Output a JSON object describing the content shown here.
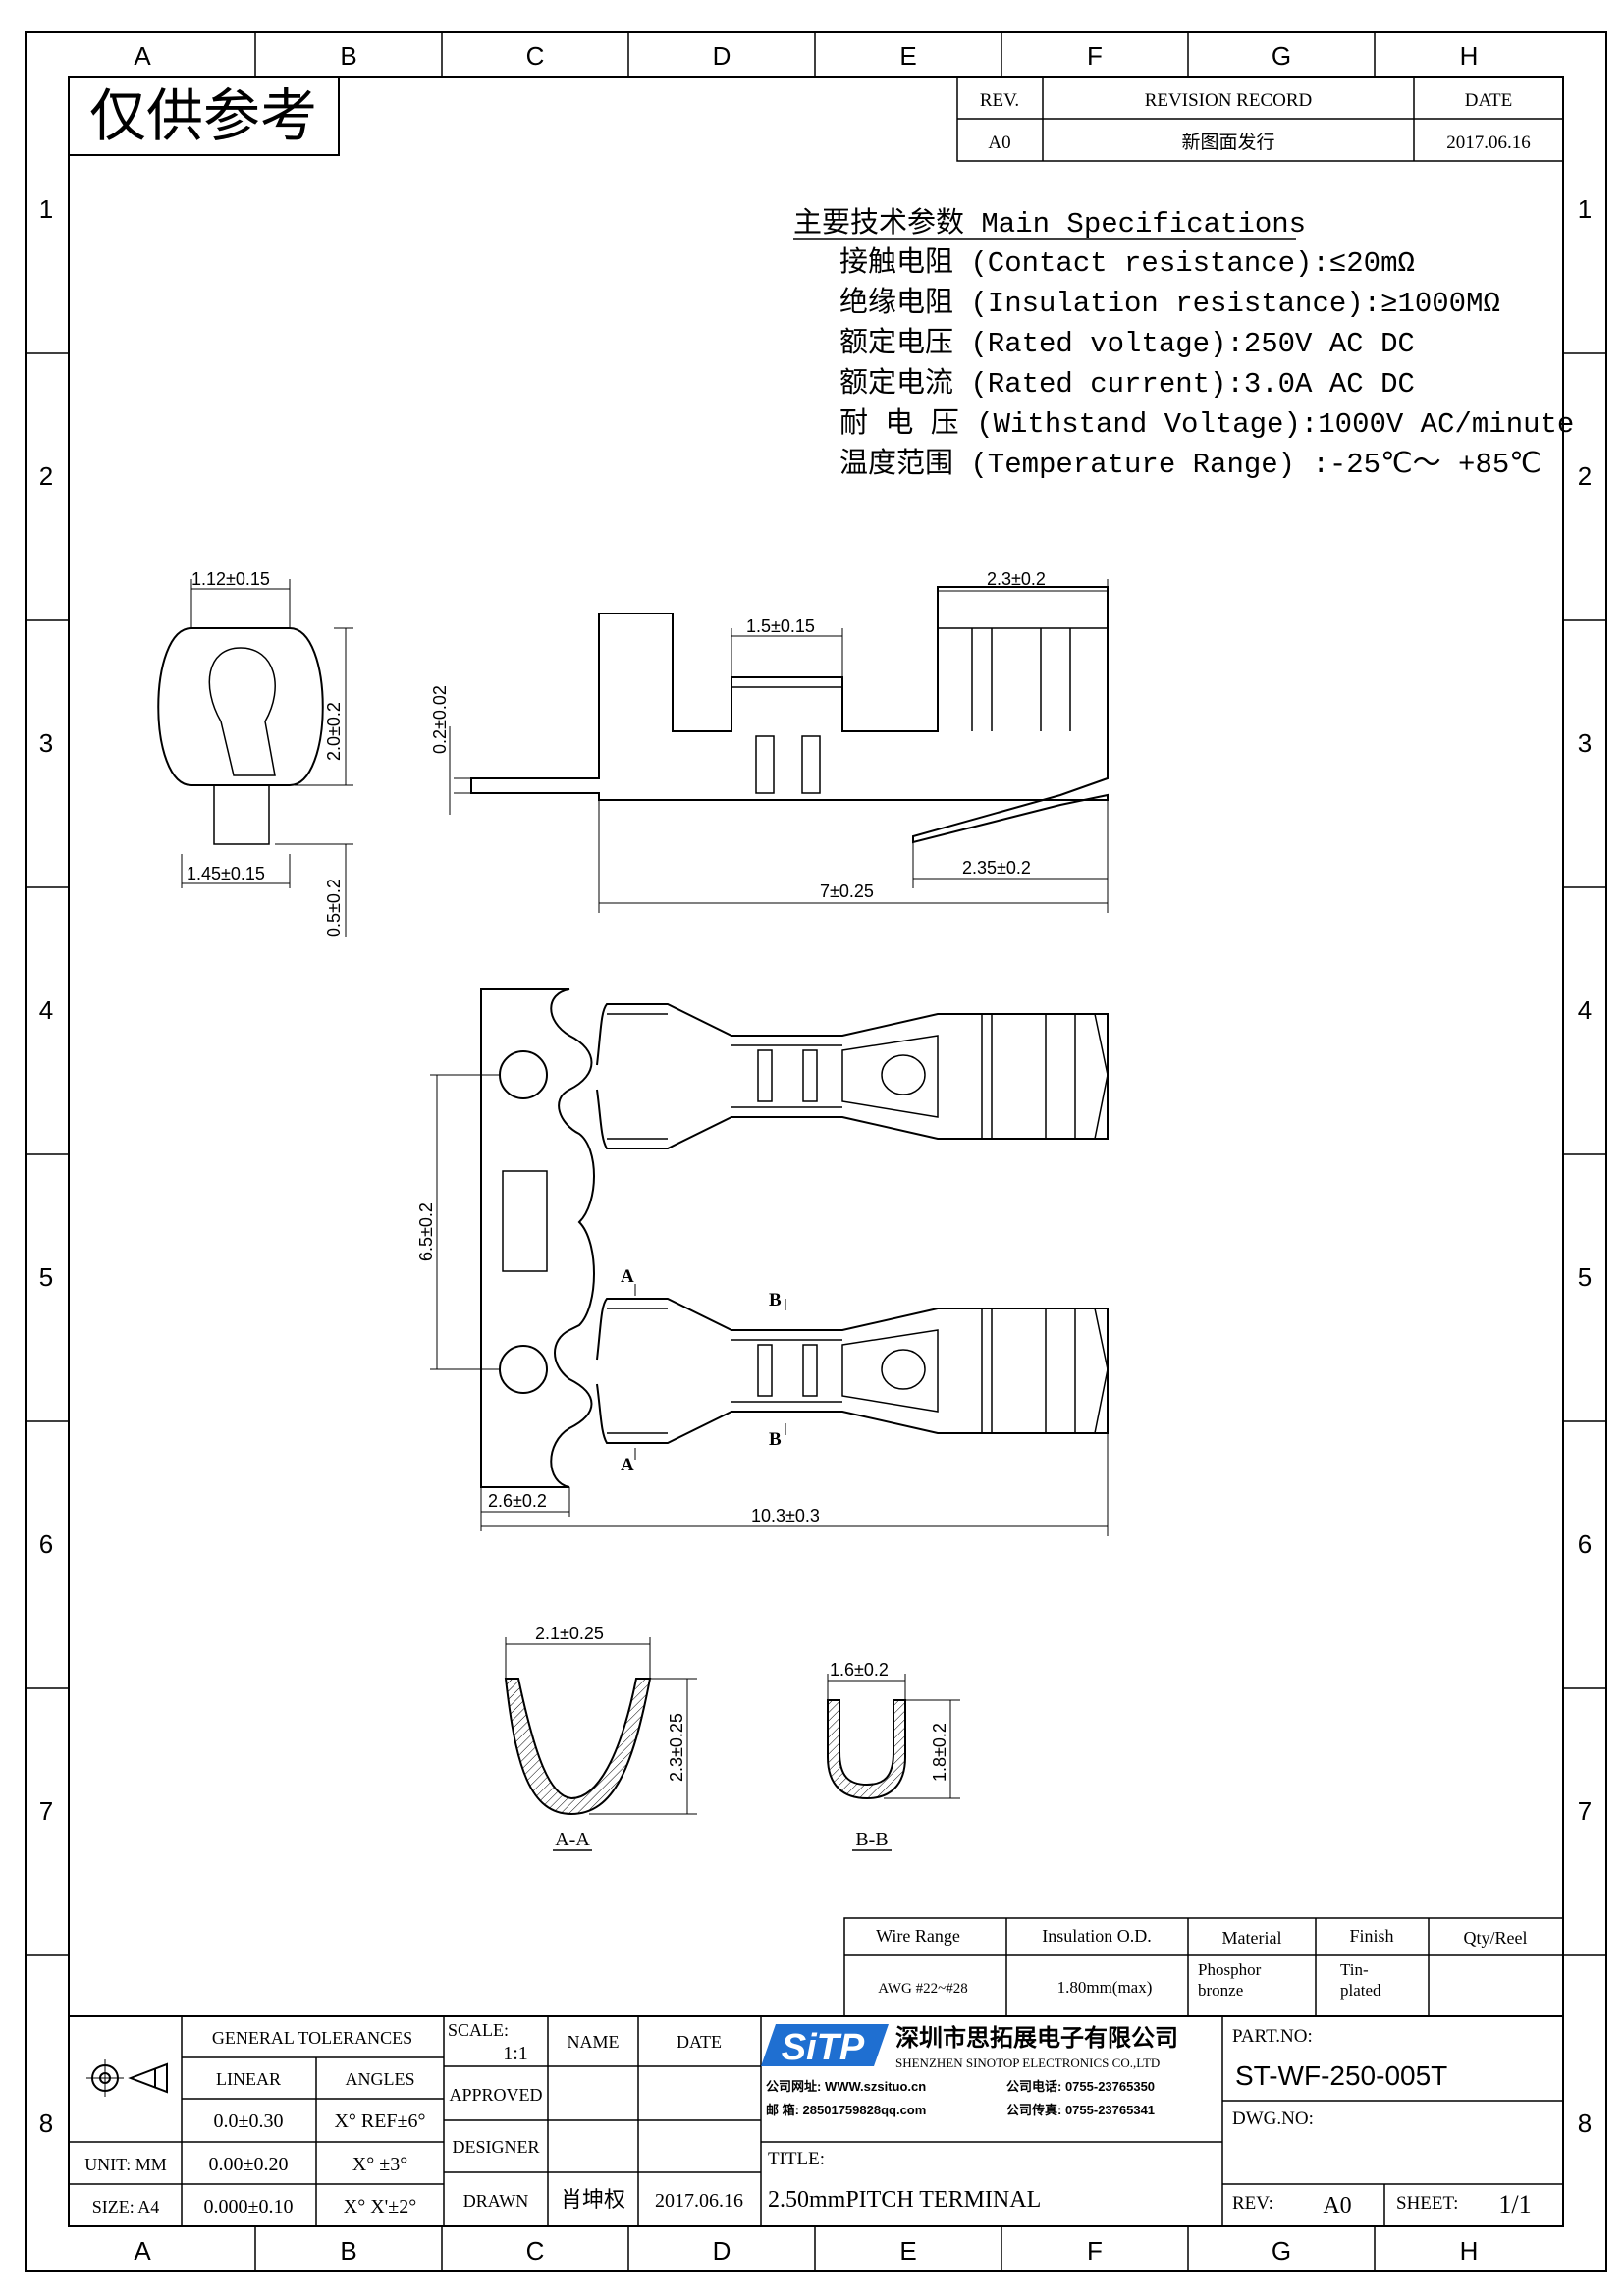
{
  "border": {
    "columns": [
      "A",
      "B",
      "C",
      "D",
      "E",
      "F",
      "G",
      "H"
    ],
    "rows": [
      "1",
      "2",
      "3",
      "4",
      "5",
      "6",
      "7",
      "8"
    ]
  },
  "stamp": "仅供参考",
  "revision": {
    "rev_header": "REV.",
    "record_header": "REVISION RECORD",
    "date_header": "DATE",
    "rev": "A0",
    "record": "新图面发行",
    "date": "2017.06.16"
  },
  "specs": {
    "title": "主要技术参数 Main Specifications",
    "lines": [
      "接触电阻 (Contact resistance):≤20mΩ",
      "绝缘电阻 (Insulation resistance):≥1000MΩ",
      "额定电压 (Rated voltage):250V AC DC",
      "额定电流 (Rated current):3.0A AC DC",
      "耐 电 压 (Withstand Voltage):1000V AC/minute",
      "温度范围 (Temperature Range) :-25℃～ +85℃"
    ]
  },
  "dimensions": {
    "end_width": "1.12±0.15",
    "end_height": "2.0±0.2",
    "end_bottom_width": "1.45±0.15",
    "end_tab": "0.5±0.2",
    "thickness": "0.2±0.02",
    "crimp_width": "1.5±0.15",
    "contact_width": "2.3±0.2",
    "lance": "2.35±0.2",
    "length": "7±0.25",
    "pitch": "6.5±0.2",
    "carrier": "2.6±0.2",
    "total_length": "10.3±0.3",
    "aa_width": "2.1±0.25",
    "aa_height": "2.3±0.25",
    "bb_width": "1.6±0.2",
    "bb_height": "1.8±0.2"
  },
  "section_marks": {
    "a": "A",
    "b": "B"
  },
  "sections": {
    "aa": "A-A",
    "bb": "B-B"
  },
  "wire_table": {
    "headers": [
      "Wire Range",
      "Insulation O.D.",
      "Material",
      "Finish",
      "Qty/Reel"
    ],
    "values": [
      "AWG #22~#28",
      "1.80mm(max)",
      "Phosphor bronze",
      "Tin-plated",
      ""
    ]
  },
  "title_block": {
    "general_tolerances": "GENERAL TOLERANCES",
    "linear": "LINEAR",
    "angles": "ANGLES",
    "tol_rows": [
      {
        "linear": "0.0±0.30",
        "angle": "X° REF±6°"
      },
      {
        "linear": "0.00±0.20",
        "angle": "X° ±3°"
      },
      {
        "linear": "0.000±0.10",
        "angle": "X° X'±2°"
      }
    ],
    "unit": "UNIT: MM",
    "size": "SIZE: A4",
    "scale_label": "SCALE:",
    "scale_value": "1:1",
    "name_header": "NAME",
    "date_header": "DATE",
    "approved": "APPROVED",
    "designer": "DESIGNER",
    "drawn": "DRAWN",
    "drawn_name": "肖坤权",
    "drawn_date": "2017.06.16",
    "logo": "SiTP",
    "company_cn": "深圳市思拓展电子有限公司",
    "company_en": "SHENZHEN SINOTOP ELECTRONICS CO.,LTD",
    "website": "公司网址: WWW.szsituo.cn",
    "phone": "公司电话: 0755-23765350",
    "email": "邮    箱: 28501759828qq.com",
    "fax": "公司传真: 0755-23765341",
    "title_label": "TITLE:",
    "title": "2.50mmPITCH TERMINAL",
    "part_no_label": "PART.NO:",
    "part_no": "ST-WF-250-005T",
    "dwg_no_label": "DWG.NO:",
    "rev_label": "REV:",
    "rev": "A0",
    "sheet_label": "SHEET:",
    "sheet": "1/1"
  }
}
